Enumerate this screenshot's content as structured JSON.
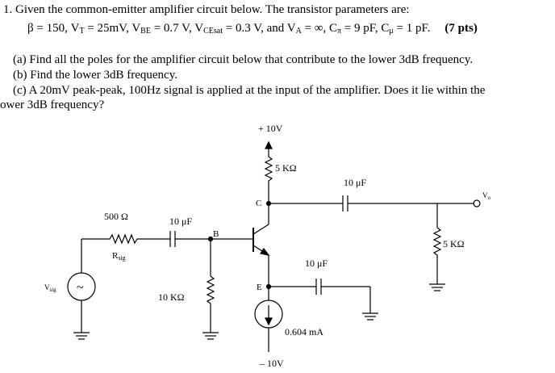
{
  "problem": {
    "number": "1.",
    "intro": "Given the common-emitter amplifier circuit below. The transistor parameters are:",
    "params": {
      "beta": "β = 150,",
      "vt_sym": "V",
      "vt_sub": "T",
      "vt_val": " = 25mV,",
      "vbe_sym": "V",
      "vbe_sub": "BE",
      "vbe_val": " = 0.7 V,",
      "vce_sym": "V",
      "vce_sub": "CEsat",
      "vce_val": " = 0.3 V, and",
      "va_sym": "V",
      "va_sub": "A",
      "va_val": " = ∞,",
      "cpi_sym": "C",
      "cpi_sub": "π",
      "cpi_val": " = 9 pF,",
      "cmu_sym": "C",
      "cmu_sub": "μ",
      "cmu_val": " = 1 pF."
    },
    "points": "(7 pts)",
    "part_a": "(a) Find all the poles for the amplifier circuit below that contribute to the lower 3dB frequency.",
    "part_b": "(b) Find the lower 3dB frequency.",
    "part_c": "(c) A 20mV peak-peak, 100Hz signal is applied at the input of the amplifier. Does it lie within the",
    "part_c_cont": "ower 3dB frequency?"
  },
  "circuit": {
    "vcc": "+ 10V",
    "vee": "– 10V",
    "rc": "5 KΩ",
    "rsig_value": "500 Ω",
    "rsig_name": "R",
    "rsig_sub": "sig",
    "cin": "10 μF",
    "cout": "10 μF",
    "ce": "10 μF",
    "rb": "10 KΩ",
    "rl": "5 KΩ",
    "node_b": "B",
    "node_c": "C",
    "node_e": "E",
    "vo": "V",
    "vo_sub": "o",
    "vsig": "V",
    "vsig_sub": "sig",
    "current": "0.604 mA",
    "source_symbol": "~"
  }
}
